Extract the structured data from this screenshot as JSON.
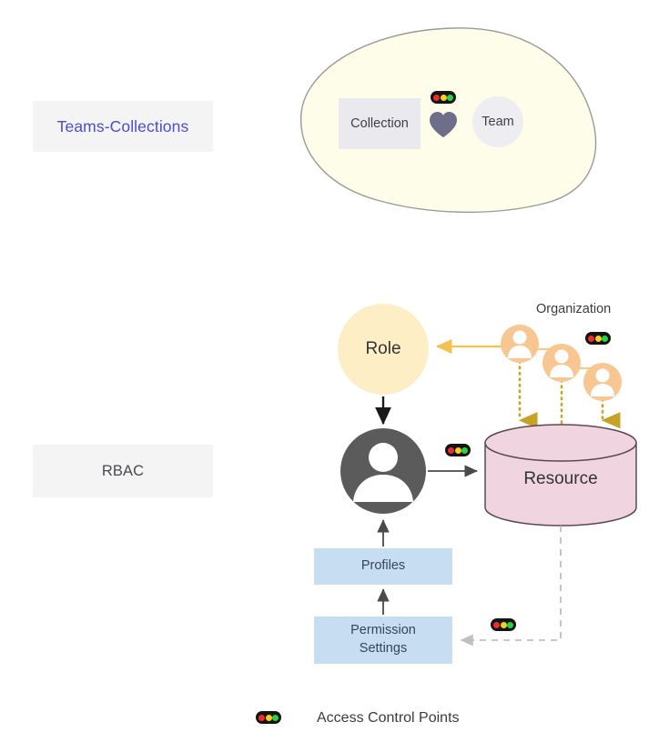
{
  "diagram": {
    "title_sections": [
      {
        "id": "teams-collections",
        "label": "Teams-Collections",
        "color": "#4c4cd6"
      },
      {
        "id": "rbac",
        "label": "RBAC",
        "color": "#4a4a4f"
      }
    ],
    "teams_collections": {
      "blob_fill": "#fdfde9",
      "blob_stroke": "#9a9a96",
      "nodes": [
        {
          "id": "collection",
          "label": "Collection",
          "shape": "rect",
          "fill": "#e9e9ee"
        },
        {
          "id": "team",
          "label": "Team",
          "shape": "circle",
          "fill": "#eeeef2"
        }
      ],
      "heart_color": "#6e6e8a",
      "access_control_points": 1
    },
    "rbac": {
      "role": {
        "label": "Role",
        "fill": "#fdeec6"
      },
      "user": {
        "label": "",
        "fill": "#5b5b5b",
        "icon": "person-icon"
      },
      "resource": {
        "label": "Resource",
        "fill": "#f0d4e0",
        "stroke": "#5a4a50"
      },
      "organization": {
        "label": "Organization",
        "person_count": 3,
        "person_fill": "#f8c690"
      },
      "boxes": [
        {
          "id": "profiles",
          "label": "Profiles",
          "fill": "#c6ddf2"
        },
        {
          "id": "permission-settings",
          "label": "Permission\nSettings",
          "line1": "Permission",
          "line2": "Settings",
          "fill": "#c6ddf2"
        }
      ],
      "access_control_points": 3
    },
    "legend": {
      "label": "Access Control Points",
      "icon": "traffic-light-icon",
      "lamp_colors": {
        "red": "#ee2d2d",
        "yellow": "#f5d020",
        "green": "#27d447"
      }
    },
    "arrows": [
      {
        "id": "org-to-role",
        "from": "organization",
        "to": "role",
        "style": "solid",
        "color": "#f2c14e"
      },
      {
        "id": "role-to-user",
        "from": "role",
        "to": "user",
        "style": "solid",
        "color": "#1a1a1a"
      },
      {
        "id": "user-to-resource",
        "from": "user",
        "to": "resource",
        "style": "solid",
        "color": "#4a4a4a"
      },
      {
        "id": "org1-to-resource",
        "from": "organization-person-1",
        "to": "resource",
        "style": "dotted",
        "color": "#c8a227"
      },
      {
        "id": "org2-to-resource",
        "from": "organization-person-2",
        "to": "resource",
        "style": "dotted",
        "color": "#c8a227"
      },
      {
        "id": "org3-to-resource",
        "from": "organization-person-3",
        "to": "resource",
        "style": "dotted",
        "color": "#c8a227"
      },
      {
        "id": "profiles-to-user",
        "from": "profiles",
        "to": "user",
        "style": "solid",
        "color": "#4a4a4a"
      },
      {
        "id": "permission-to-profiles",
        "from": "permission-settings",
        "to": "profiles",
        "style": "solid",
        "color": "#4a4a4a"
      },
      {
        "id": "resource-to-permission",
        "from": "resource",
        "to": "permission-settings",
        "style": "dashed",
        "color": "#b5b5b5"
      }
    ]
  }
}
